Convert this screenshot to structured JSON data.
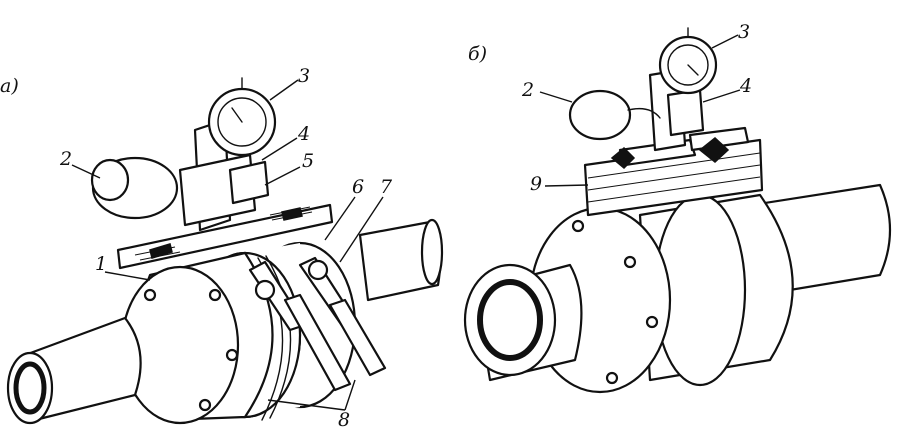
{
  "panels": [
    {
      "id": "a",
      "title": "а)"
    },
    {
      "id": "b",
      "title": "б)"
    }
  ],
  "labels_a": [
    "1",
    "2",
    "3",
    "4",
    "5",
    "6",
    "7",
    "8"
  ],
  "labels_b": [
    "2",
    "3",
    "4",
    "9"
  ],
  "colors": {
    "ink": "#111111",
    "paper": "#ffffff"
  },
  "icons": [
    "dial-indicator-icon",
    "magnetic-stand-icon",
    "pipe-flange-coupling-icon"
  ]
}
